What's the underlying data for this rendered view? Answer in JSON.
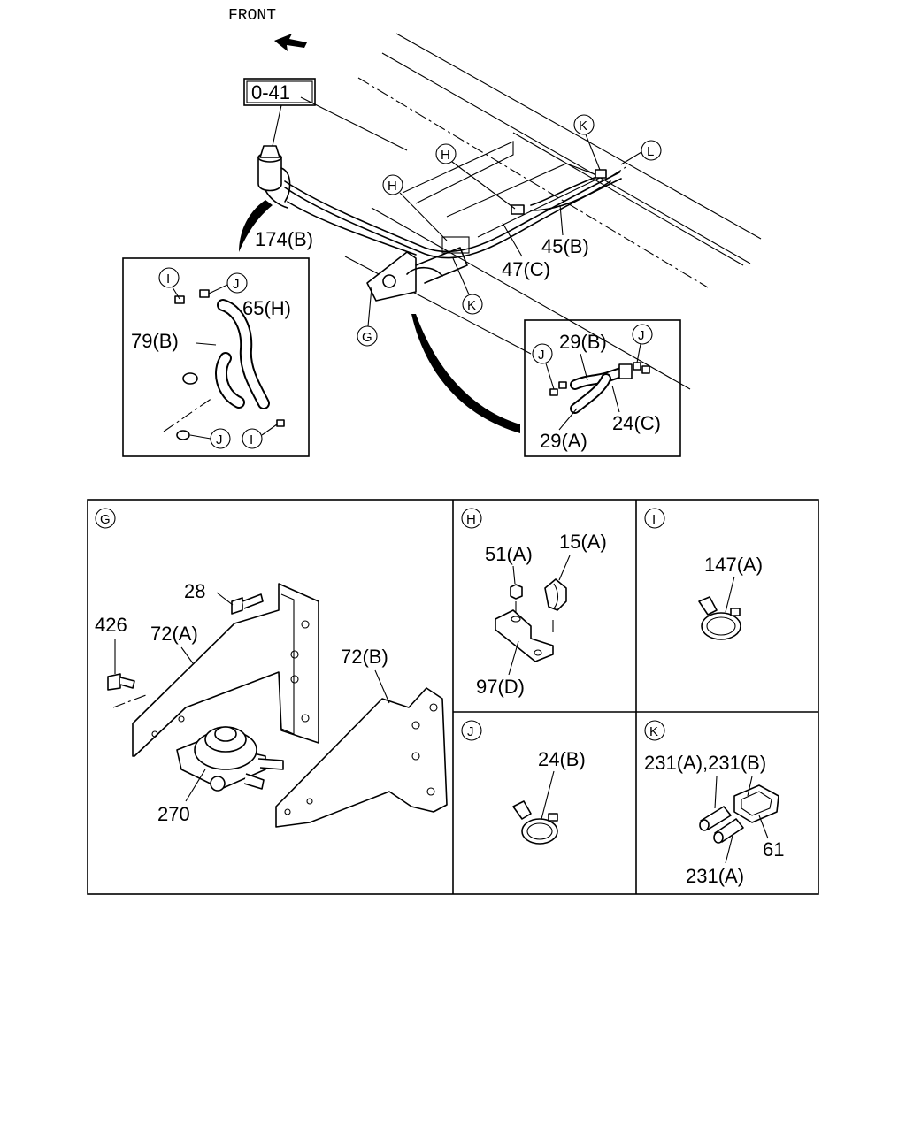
{
  "header": {
    "front_label": "FRONT",
    "ref_label": "0-41"
  },
  "main_diagram": {
    "callouts": {
      "k_top": "K",
      "l_top": "L",
      "h_upper": "H",
      "h_left": "H",
      "g": "G",
      "k_lower": "K"
    },
    "labels": {
      "p174b": "174(B)",
      "p45b": "45(B)",
      "p47c": "47(C)"
    }
  },
  "inset_left": {
    "callouts": {
      "i_top": "I",
      "j_top": "J",
      "j_bottom": "J",
      "i_bottom": "I"
    },
    "labels": {
      "p65h": "65(H)",
      "p79b": "79(B)"
    }
  },
  "inset_right": {
    "callouts": {
      "j_right": "J",
      "j_left": "J"
    },
    "labels": {
      "p29b": "29(B)",
      "p24c": "24(C)",
      "p29a": "29(A)"
    }
  },
  "panels": {
    "g": {
      "letter": "G",
      "labels": {
        "p28": "28",
        "p426": "426",
        "p72a": "72(A)",
        "p72b": "72(B)",
        "p270": "270"
      }
    },
    "h": {
      "letter": "H",
      "labels": {
        "p51a": "51(A)",
        "p15a": "15(A)",
        "p97d": "97(D)"
      }
    },
    "i": {
      "letter": "I",
      "labels": {
        "p147a": "147(A)"
      }
    },
    "j": {
      "letter": "J",
      "labels": {
        "p24b": "24(B)"
      }
    },
    "k": {
      "letter": "K",
      "labels": {
        "p231ab": "231(A),231(B)",
        "p61": "61",
        "p231a": "231(A)"
      }
    }
  }
}
